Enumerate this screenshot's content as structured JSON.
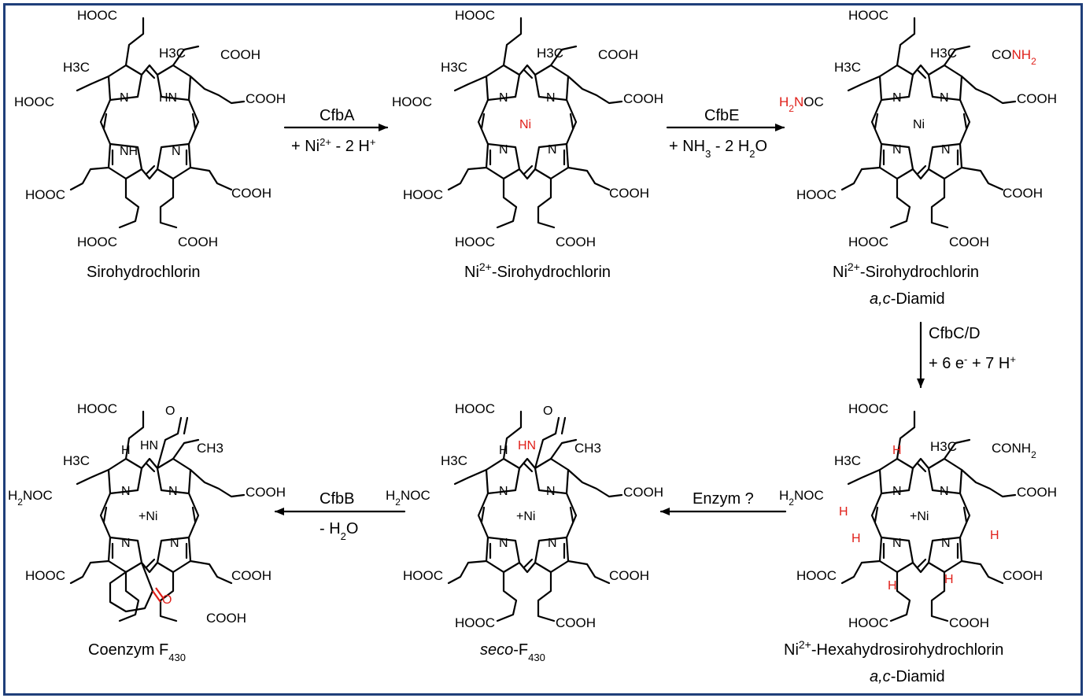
{
  "colors": {
    "frame": "#1f3f7a",
    "highlight": "#e0201a",
    "ink": "#000000"
  },
  "groups": {
    "hooc": "HOOC",
    "cooh": "COOH",
    "ch3_left": "H3C",
    "ch3_right": "CH3",
    "h2noc": "H2NOC",
    "conh2": "CONH2",
    "o": "O",
    "h": "H"
  },
  "atoms": {
    "n": "N",
    "hn": "HN",
    "nh": "NH",
    "ni": "Ni",
    "ni_plus": "+Ni"
  },
  "compounds": [
    {
      "name": "Sirohydrochlorin"
    },
    {
      "name_prefix": "Ni",
      "name_sup": "2+",
      "name_rest": "-Sirohydrochlorin"
    },
    {
      "name_prefix": "Ni",
      "name_sup": "2+",
      "name_rest": "-Sirohydrochlorin",
      "line2_italic": "a,c",
      "line2_rest": "-Diamid"
    },
    {
      "name_prefix": "Ni",
      "name_sup": "2+",
      "name_rest": "-Hexahydrosirohydrochlorin",
      "line2_italic": "a,c",
      "line2_rest": "-Diamid"
    },
    {
      "name_italic": "seco",
      "name_rest": "-F",
      "name_sub": "430"
    },
    {
      "name_main": "Coenzym F",
      "name_sub": "430"
    }
  ],
  "arrows": [
    {
      "enzyme": "CfbA",
      "cond_a": "+ Ni",
      "cond_a_sup": "2+",
      "cond_b": " - 2 H",
      "cond_b_sup": "+"
    },
    {
      "enzyme": "CfbE",
      "cond_a": "+ NH",
      "cond_a_sub": "3",
      "cond_b": " - 2 H",
      "cond_b_sub": "2",
      "cond_c": "O"
    },
    {
      "enzyme": "CfbC/D",
      "cond_a": "+ 6 e",
      "cond_a_sup": "-",
      "cond_b": " + 7 H",
      "cond_b_sup": "+"
    },
    {
      "enzyme": "Enzym ?"
    },
    {
      "enzyme": "CfbB",
      "cond_a": "- H",
      "cond_a_sub": "2",
      "cond_b": "O"
    }
  ]
}
